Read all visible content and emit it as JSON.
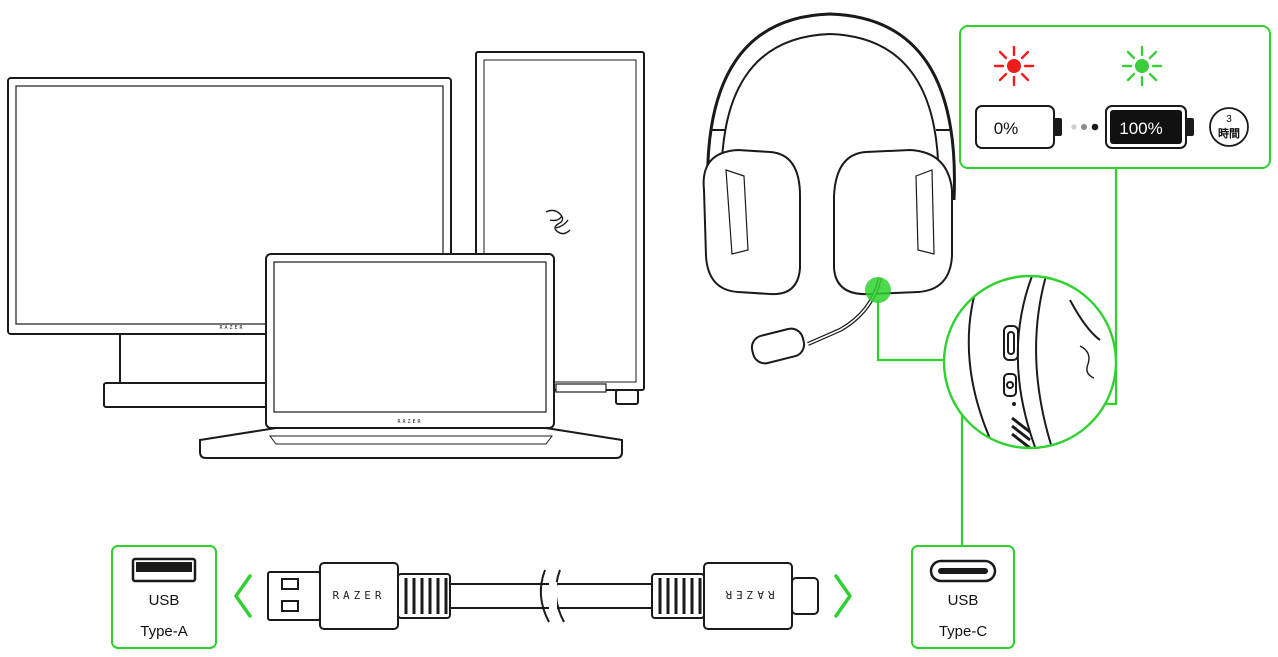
{
  "colors": {
    "accent": "#2fd12f",
    "red": "#ee1c1c",
    "green": "#3ccc3c",
    "ink": "#1a1a1a"
  },
  "charging": {
    "empty_label": "0%",
    "full_label": "100%",
    "time_number": "3",
    "time_unit": "時間",
    "red_led_icon": "red-led-icon",
    "green_led_icon": "green-led-icon"
  },
  "usb_a": {
    "line1": "USB",
    "line2": "Type-A"
  },
  "usb_c": {
    "line1": "USB",
    "line2": "Type-C"
  },
  "cable": {
    "brand_left": "RAZER",
    "brand_right": "RAZER"
  },
  "devices": {
    "monitor_brand": "RAZER",
    "laptop_brand": "RAZER"
  }
}
